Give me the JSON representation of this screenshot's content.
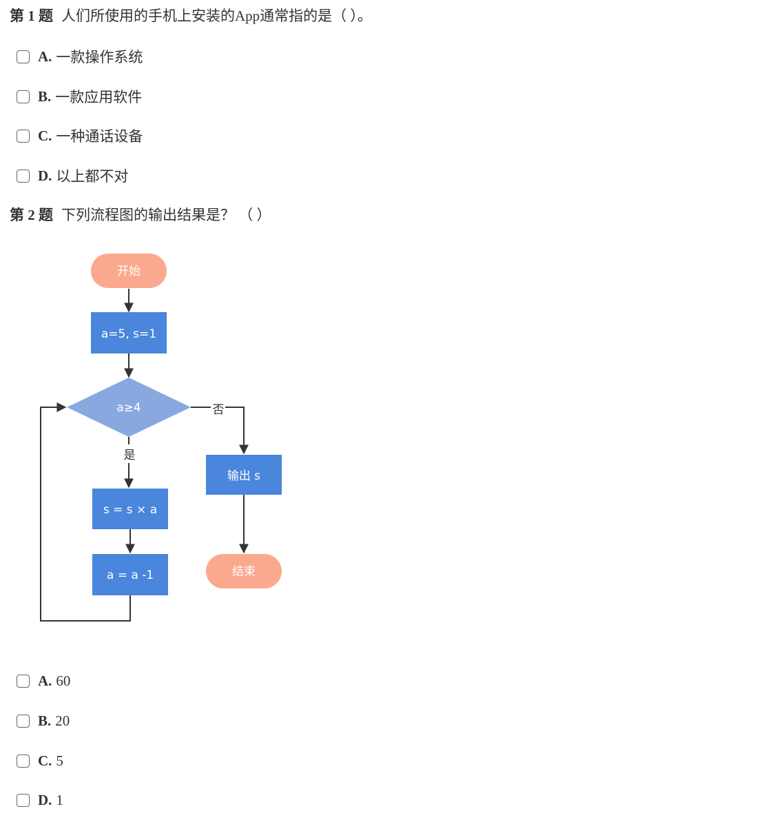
{
  "questions": [
    {
      "number": "第 1 题",
      "text": "人们所使用的手机上安装的App通常指的是（ ）。",
      "options": [
        {
          "letter": "A.",
          "text": "一款操作系统",
          "checked": false
        },
        {
          "letter": "B.",
          "text": "一款应用软件",
          "checked": false
        },
        {
          "letter": "C.",
          "text": "一种通话设备",
          "checked": false
        },
        {
          "letter": "D.",
          "text": "以上都不对",
          "checked": false
        }
      ]
    },
    {
      "number": "第 2 题",
      "text": "下列流程图的输出结果是？ （ ）",
      "options": [
        {
          "letter": "A.",
          "text": "60",
          "checked": false
        },
        {
          "letter": "B.",
          "text": "20",
          "checked": false
        },
        {
          "letter": "C.",
          "text": "5",
          "checked": false
        },
        {
          "letter": "D.",
          "text": "1",
          "checked": false
        }
      ]
    }
  ],
  "flowchart": {
    "start": "开始",
    "init": "a=5, s=1",
    "condition": "a≥4",
    "yes_label": "是",
    "no_label": "否",
    "multiply": "s = s × a",
    "decrement": "a = a -1",
    "output": "输出 s",
    "end": "结束",
    "colors": {
      "terminal": "#fba98e",
      "process": "#4a86db",
      "decision": "#8aa8e0",
      "connector": "#333333"
    }
  }
}
